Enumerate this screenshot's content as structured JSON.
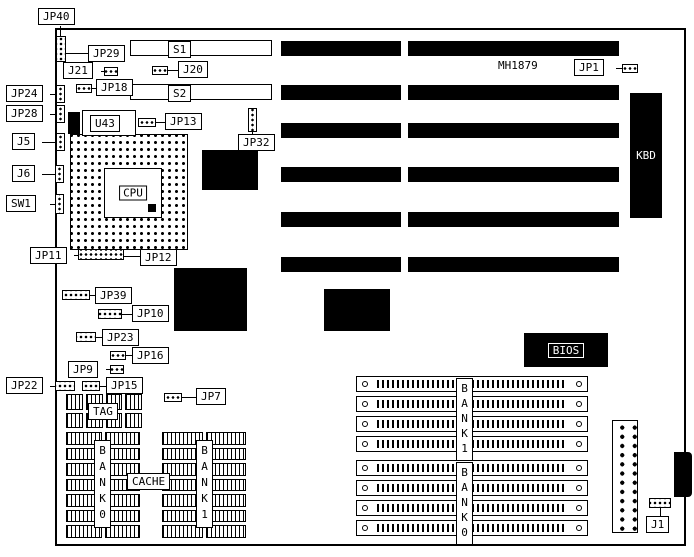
{
  "diagram": {
    "part_number": "MH1879",
    "callouts": {
      "jp40": "JP40",
      "jp29": "JP29",
      "j21": "J21",
      "j20": "J20",
      "jp1": "JP1",
      "jp24": "JP24",
      "jp18": "JP18",
      "jp28": "JP28",
      "u43": "U43",
      "jp13": "JP13",
      "j5": "J5",
      "jp32": "JP32",
      "j6": "J6",
      "sw1": "SW1",
      "jp11": "JP11",
      "jp12": "JP12",
      "jp39": "JP39",
      "jp10": "JP10",
      "jp23": "JP23",
      "jp16": "JP16",
      "jp9": "JP9",
      "jp22": "JP22",
      "jp15": "JP15",
      "jp7": "JP7",
      "j1": "J1"
    },
    "slots": {
      "s1": "S1",
      "s2": "S2"
    },
    "chips": {
      "cpu": "CPU",
      "kbd": "KBD",
      "bios": "BIOS"
    },
    "memory": {
      "bank1": "BANK1",
      "bank0": "BANK0"
    },
    "cache": {
      "tag": "TAG",
      "label": "CACHE",
      "bank0": "BANK0",
      "bank1": "BANK1"
    }
  }
}
